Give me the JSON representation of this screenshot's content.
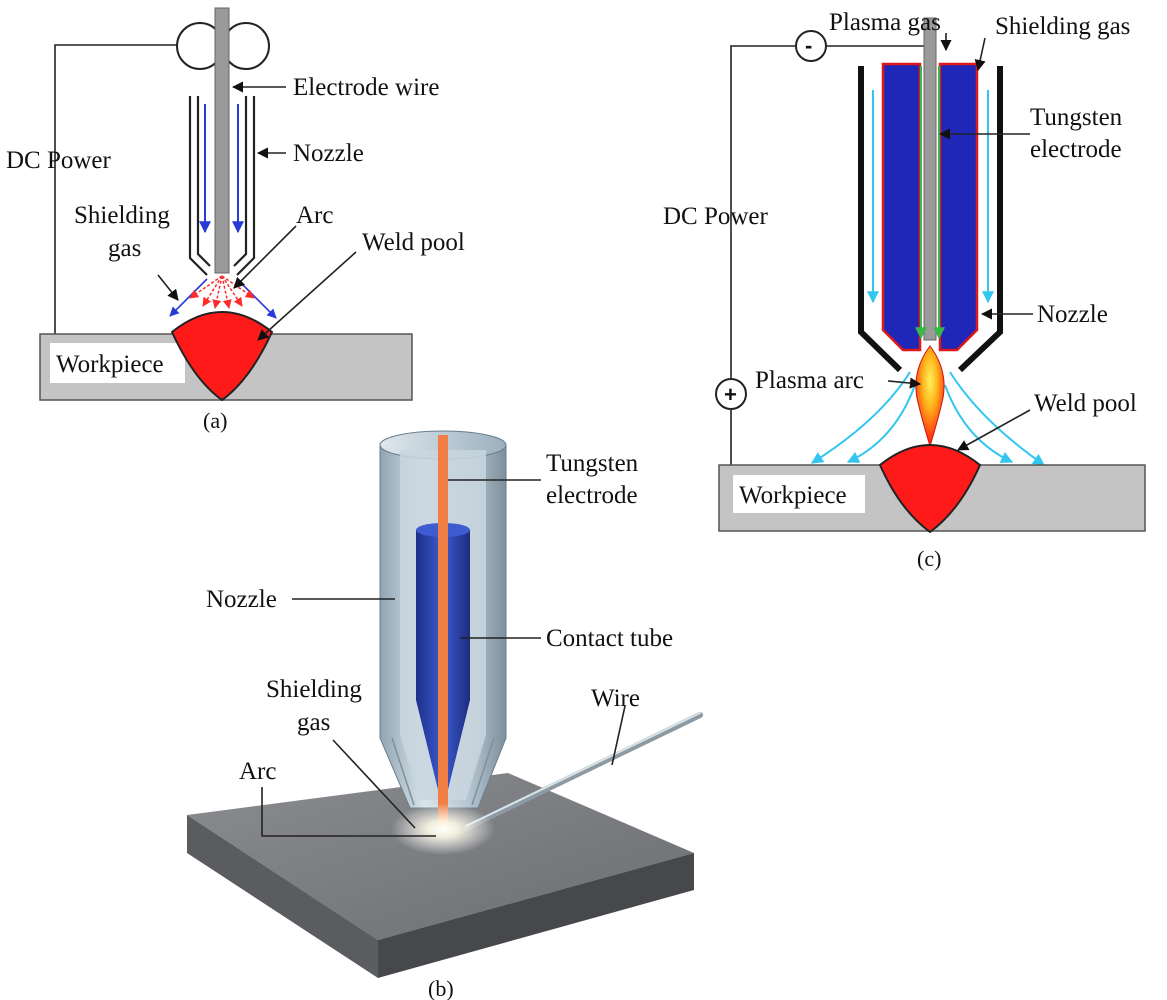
{
  "colors": {
    "weld_pool": "#ff1a1a",
    "workpiece": "#c4c4c4",
    "electrode": "#9a9a9a",
    "arc_core": "#ffd21f",
    "plasma_gas_flow": "#3cb84a",
    "shielding_gas_flow": "#33c6f0",
    "inner_nozzle": "#1e27b8",
    "tungsten_rod": "#f07e45",
    "contact_tube": "#2740a8"
  },
  "panel_a": {
    "caption": "(a)",
    "labels": {
      "electrode_wire": "Electrode wire",
      "nozzle": "Nozzle",
      "dc_power": "DC Power",
      "shielding_gas_line1": "Shielding",
      "shielding_gas_line2": "gas",
      "arc": "Arc",
      "weld_pool": "Weld pool",
      "workpiece": "Workpiece"
    }
  },
  "panel_b": {
    "caption": "(b)",
    "labels": {
      "tungsten_electrode_line1": "Tungsten",
      "tungsten_electrode_line2": "electrode",
      "nozzle": "Nozzle",
      "contact_tube": "Contact tube",
      "shielding_gas_line1": "Shielding",
      "shielding_gas_line2": "gas",
      "wire": "Wire",
      "arc": "Arc"
    }
  },
  "panel_c": {
    "caption": "(c)",
    "labels": {
      "plasma_gas": "Plasma gas",
      "shielding_gas": "Shielding gas",
      "tungsten_electrode_line1": "Tungsten",
      "tungsten_electrode_line2": "electrode",
      "dc_power": "DC Power",
      "nozzle": "Nozzle",
      "plasma_arc": "Plasma arc",
      "weld_pool": "Weld pool",
      "workpiece": "Workpiece",
      "negative_terminal": "-",
      "positive_terminal": "+"
    }
  }
}
